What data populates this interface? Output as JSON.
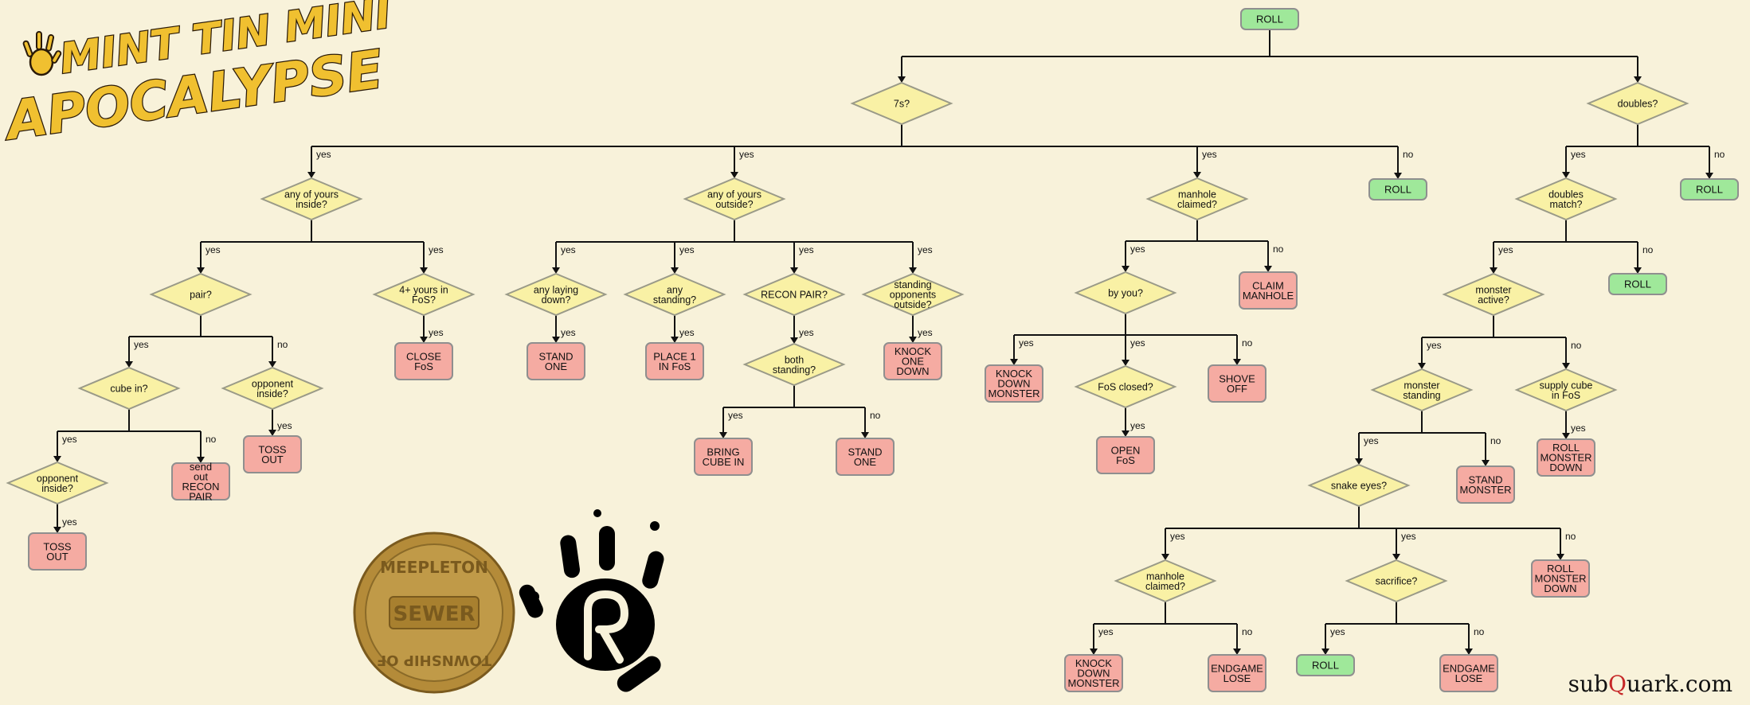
{
  "logo": {
    "line1": "MINT TIN MINI",
    "line2": "APOCALYPSE"
  },
  "coin": {
    "top_text": "MEEPLETON",
    "center_text": "SEWER",
    "bottom_text": "TOWNSHIP OF"
  },
  "credit": {
    "prefix": "sub",
    "highlight": "Q",
    "suffix": "uark.com"
  },
  "colors": {
    "background": "#f8f2da",
    "decision": "#f9f1a5",
    "roll": "#9fe89a",
    "outcome": "#f5aba2",
    "coin": "#b48b39",
    "logo": "#f0c030"
  },
  "flowchart": {
    "nodes": [
      {
        "id": "roll_top",
        "type": "roll",
        "label": "ROLL"
      },
      {
        "id": "sevens",
        "type": "decision",
        "label": "7s?"
      },
      {
        "id": "doubles",
        "type": "decision",
        "label": "doubles?"
      },
      {
        "id": "any_inside",
        "type": "decision",
        "label": "any of yours inside?"
      },
      {
        "id": "any_outside",
        "type": "decision",
        "label": "any of yours outside?"
      },
      {
        "id": "manhole1",
        "type": "decision",
        "label": "manhole claimed?"
      },
      {
        "id": "roll_7no",
        "type": "roll",
        "label": "ROLL"
      },
      {
        "id": "doubles_match",
        "type": "decision",
        "label": "doubles match?"
      },
      {
        "id": "roll_dno",
        "type": "roll",
        "label": "ROLL"
      },
      {
        "id": "pair",
        "type": "decision",
        "label": "pair?"
      },
      {
        "id": "four_fos",
        "type": "decision",
        "label": "4+ yours in FoS?"
      },
      {
        "id": "any_laying",
        "type": "decision",
        "label": "any laying down?"
      },
      {
        "id": "any_standing",
        "type": "decision",
        "label": "any standing?"
      },
      {
        "id": "recon_pair",
        "type": "decision",
        "label": "RECON PAIR?"
      },
      {
        "id": "standing_opp",
        "type": "decision",
        "label": "standing opponents outside?"
      },
      {
        "id": "by_you",
        "type": "decision",
        "label": "by you?"
      },
      {
        "id": "claim_manhole",
        "type": "outcome",
        "label": "CLAIM MANHOLE"
      },
      {
        "id": "monster_active",
        "type": "decision",
        "label": "monster active?"
      },
      {
        "id": "roll_dmno",
        "type": "roll",
        "label": "ROLL"
      },
      {
        "id": "cube_in",
        "type": "decision",
        "label": "cube in?"
      },
      {
        "id": "opp_inside1",
        "type": "decision",
        "label": "opponent inside?"
      },
      {
        "id": "close_fos",
        "type": "outcome",
        "label": "CLOSE FoS"
      },
      {
        "id": "stand_one1",
        "type": "outcome",
        "label": "STAND ONE"
      },
      {
        "id": "place1",
        "type": "outcome",
        "label": "PLACE 1 IN FoS"
      },
      {
        "id": "both_standing",
        "type": "decision",
        "label": "both standing?"
      },
      {
        "id": "knock_one",
        "type": "outcome",
        "label": "KNOCK ONE DOWN"
      },
      {
        "id": "knock_monster1",
        "type": "outcome",
        "label": "KNOCK DOWN MONSTER"
      },
      {
        "id": "fos_closed",
        "type": "decision",
        "label": "FoS closed?"
      },
      {
        "id": "shove_off",
        "type": "outcome",
        "label": "SHOVE OFF"
      },
      {
        "id": "monster_standing",
        "type": "decision",
        "label": "monster standing"
      },
      {
        "id": "supply_cube",
        "type": "decision",
        "label": "supply cube in FoS"
      },
      {
        "id": "opp_inside2",
        "type": "decision",
        "label": "opponent inside?"
      },
      {
        "id": "send_recon",
        "type": "outcome",
        "label": "send out RECON PAIR"
      },
      {
        "id": "toss_out1",
        "type": "outcome",
        "label": "TOSS OUT"
      },
      {
        "id": "bring_cube",
        "type": "outcome",
        "label": "BRING CUBE IN"
      },
      {
        "id": "stand_one2",
        "type": "outcome",
        "label": "STAND ONE"
      },
      {
        "id": "open_fos",
        "type": "outcome",
        "label": "OPEN FoS"
      },
      {
        "id": "snake_eyes",
        "type": "decision",
        "label": "snake eyes?"
      },
      {
        "id": "stand_monster",
        "type": "outcome",
        "label": "STAND MONSTER"
      },
      {
        "id": "roll_monster_down1",
        "type": "outcome",
        "label": "ROLL MONSTER DOWN"
      },
      {
        "id": "toss_out2",
        "type": "outcome",
        "label": "TOSS OUT"
      },
      {
        "id": "manhole2",
        "type": "decision",
        "label": "manhole claimed?"
      },
      {
        "id": "sacrifice",
        "type": "decision",
        "label": "sacrifice?"
      },
      {
        "id": "roll_monster_down2",
        "type": "outcome",
        "label": "ROLL MONSTER DOWN"
      },
      {
        "id": "knock_monster2",
        "type": "outcome",
        "label": "KNOCK DOWN MONSTER"
      },
      {
        "id": "endgame1",
        "type": "outcome",
        "label": "ENDGAME LOSE"
      },
      {
        "id": "roll_sac",
        "type": "roll",
        "label": "ROLL"
      },
      {
        "id": "endgame2",
        "type": "outcome",
        "label": "ENDGAME LOSE"
      }
    ],
    "edges": [
      {
        "from": "roll_top",
        "to": "sevens",
        "label": ""
      },
      {
        "from": "roll_top",
        "to": "doubles",
        "label": ""
      },
      {
        "from": "sevens",
        "to": "any_inside",
        "label": "yes"
      },
      {
        "from": "sevens",
        "to": "any_outside",
        "label": "yes"
      },
      {
        "from": "sevens",
        "to": "manhole1",
        "label": "yes"
      },
      {
        "from": "sevens",
        "to": "roll_7no",
        "label": "no"
      },
      {
        "from": "doubles",
        "to": "doubles_match",
        "label": "yes"
      },
      {
        "from": "doubles",
        "to": "roll_dno",
        "label": "no"
      },
      {
        "from": "any_inside",
        "to": "pair",
        "label": "yes"
      },
      {
        "from": "any_inside",
        "to": "four_fos",
        "label": "yes"
      },
      {
        "from": "any_outside",
        "to": "any_laying",
        "label": "yes"
      },
      {
        "from": "any_outside",
        "to": "any_standing",
        "label": "yes"
      },
      {
        "from": "any_outside",
        "to": "recon_pair",
        "label": "yes"
      },
      {
        "from": "any_outside",
        "to": "standing_opp",
        "label": "yes"
      },
      {
        "from": "manhole1",
        "to": "by_you",
        "label": "yes"
      },
      {
        "from": "manhole1",
        "to": "claim_manhole",
        "label": "no"
      },
      {
        "from": "doubles_match",
        "to": "monster_active",
        "label": "yes"
      },
      {
        "from": "doubles_match",
        "to": "roll_dmno",
        "label": "no"
      },
      {
        "from": "pair",
        "to": "cube_in",
        "label": "yes"
      },
      {
        "from": "pair",
        "to": "opp_inside1",
        "label": "no"
      },
      {
        "from": "four_fos",
        "to": "close_fos",
        "label": "yes"
      },
      {
        "from": "any_laying",
        "to": "stand_one1",
        "label": "yes"
      },
      {
        "from": "any_standing",
        "to": "place1",
        "label": "yes"
      },
      {
        "from": "recon_pair",
        "to": "both_standing",
        "label": "yes"
      },
      {
        "from": "standing_opp",
        "to": "knock_one",
        "label": "yes"
      },
      {
        "from": "by_you",
        "to": "knock_monster1",
        "label": "yes"
      },
      {
        "from": "by_you",
        "to": "fos_closed",
        "label": "yes"
      },
      {
        "from": "by_you",
        "to": "shove_off",
        "label": "no"
      },
      {
        "from": "monster_active",
        "to": "monster_standing",
        "label": "yes"
      },
      {
        "from": "monster_active",
        "to": "supply_cube",
        "label": "no"
      },
      {
        "from": "cube_in",
        "to": "opp_inside2",
        "label": "yes"
      },
      {
        "from": "cube_in",
        "to": "send_recon",
        "label": "no"
      },
      {
        "from": "opp_inside1",
        "to": "toss_out1",
        "label": "yes"
      },
      {
        "from": "both_standing",
        "to": "bring_cube",
        "label": "yes"
      },
      {
        "from": "both_standing",
        "to": "stand_one2",
        "label": "no"
      },
      {
        "from": "fos_closed",
        "to": "open_fos",
        "label": "yes"
      },
      {
        "from": "monster_standing",
        "to": "snake_eyes",
        "label": "yes"
      },
      {
        "from": "monster_standing",
        "to": "stand_monster",
        "label": "no"
      },
      {
        "from": "supply_cube",
        "to": "roll_monster_down1",
        "label": "yes"
      },
      {
        "from": "opp_inside2",
        "to": "toss_out2",
        "label": "yes"
      },
      {
        "from": "snake_eyes",
        "to": "manhole2",
        "label": "yes"
      },
      {
        "from": "snake_eyes",
        "to": "sacrifice",
        "label": "yes"
      },
      {
        "from": "snake_eyes",
        "to": "roll_monster_down2",
        "label": "no"
      },
      {
        "from": "manhole2",
        "to": "knock_monster2",
        "label": "yes"
      },
      {
        "from": "manhole2",
        "to": "endgame1",
        "label": "no"
      },
      {
        "from": "sacrifice",
        "to": "roll_sac",
        "label": "yes"
      },
      {
        "from": "sacrifice",
        "to": "endgame2",
        "label": "no"
      }
    ]
  }
}
